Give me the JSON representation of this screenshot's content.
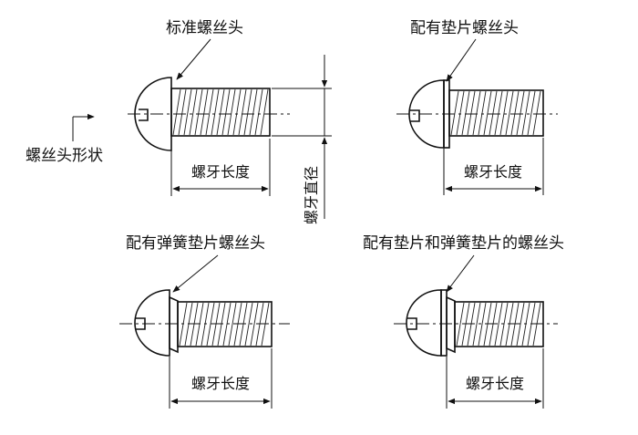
{
  "panels": [
    {
      "id": "plain",
      "title": "标准螺丝头",
      "dimension_label": "螺牙长度"
    },
    {
      "id": "washer",
      "title": "配有垫片螺丝头",
      "dimension_label": "螺牙长度"
    },
    {
      "id": "spring",
      "title": "配有弹簧垫片螺丝头",
      "dimension_label": "螺牙长度"
    },
    {
      "id": "washer-spring",
      "title": "配有垫片和弹簧垫片的螺丝头",
      "dimension_label": "螺牙长度"
    }
  ],
  "head_shape_label": "螺丝头形状",
  "diameter_label": "螺牙直径"
}
